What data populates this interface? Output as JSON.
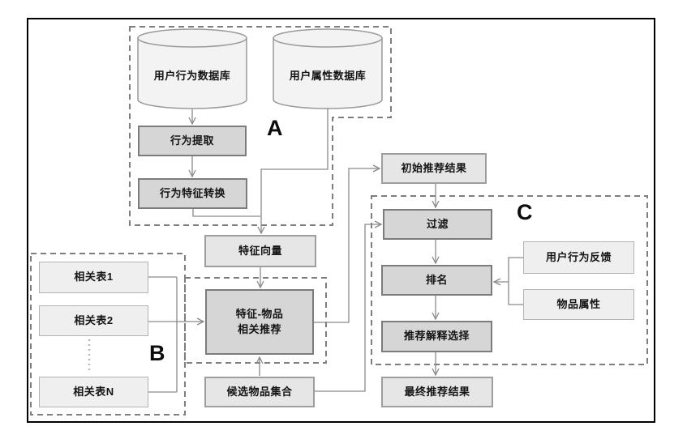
{
  "groups": {
    "a_label": "A",
    "b_label": "B",
    "c_label": "C"
  },
  "nodes": {
    "behavior_db": "用户行为数据库",
    "attribute_db": "用户属性数据库",
    "behavior_extract": "行为提取",
    "behavior_transform": "行为特征转换",
    "feature_vector": "特征向量",
    "initial_results": "初始推荐结果",
    "rel_table_1": "相关表1",
    "rel_table_2": "相关表2",
    "rel_table_n": "相关表N",
    "feature_item_rec": "特征-物品\n相关推荐",
    "candidate_set": "候选物品集合",
    "filter": "过滤",
    "ranking": "排名",
    "explanation_select": "推荐解释选择",
    "final_results": "最终推荐结果",
    "user_feedback": "用户行为反馈",
    "item_attributes": "物品属性"
  },
  "edges": [
    "behavior_db -> behavior_extract",
    "behavior_extract -> behavior_transform",
    "behavior_transform -> feature_vector",
    "attribute_db -> feature_vector",
    "feature_vector -> feature_item_rec",
    "rel_table_1 -> feature_item_rec",
    "rel_table_2 -> feature_item_rec",
    "rel_table_n -> feature_item_rec",
    "candidate_set -> feature_item_rec",
    "feature_item_rec -> initial_results",
    "candidate_set -> filter",
    "initial_results -> filter",
    "filter -> ranking",
    "user_feedback -> ranking",
    "item_attributes -> ranking",
    "ranking -> explanation_select",
    "explanation_select -> final_results"
  ],
  "colors": {
    "frame": "#000000",
    "process_fill": "#d6d6d6",
    "process_border": "#7c7c7c",
    "data_fill": "#e6e6e6",
    "data_border": "#9e9e9e",
    "input_fill": "#efefef",
    "input_border": "#b3b3b3",
    "cylinder_fill": "#f3f3f3",
    "dashed_outline": "#7e7e7e",
    "connector": "#8a8a8a"
  }
}
